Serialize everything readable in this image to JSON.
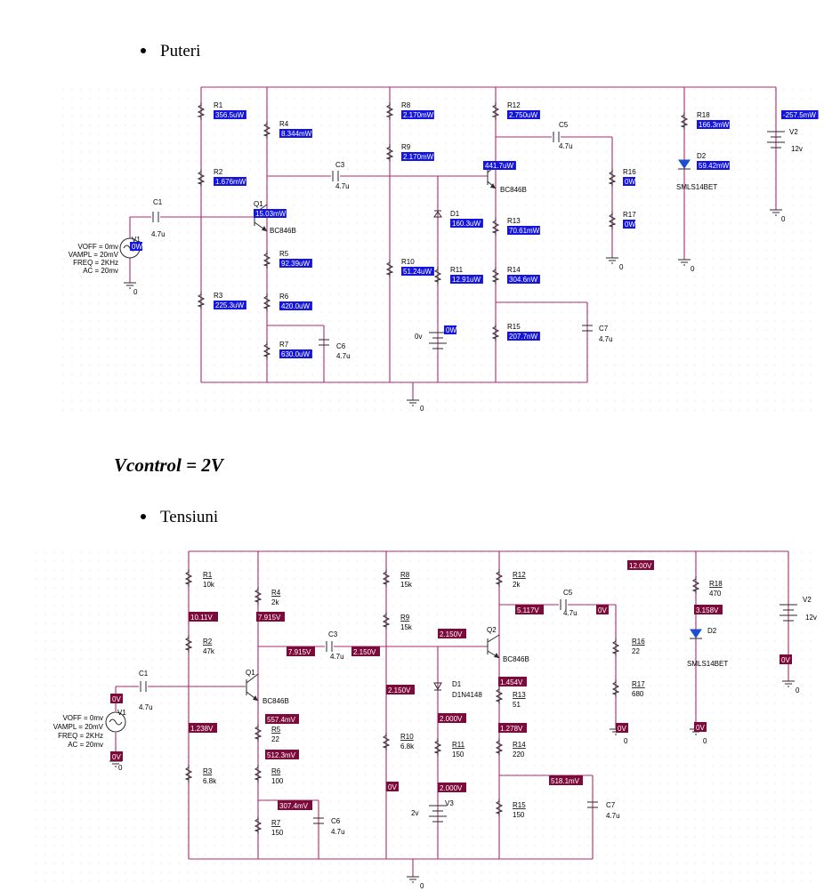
{
  "bullets": {
    "power": "Puteri",
    "voltage": "Tensiuni"
  },
  "heading": "Vcontrol = 2V",
  "source_params": {
    "voff": "VOFF = 0mv",
    "vampl": "VAMPL = 20mV",
    "freq": "FREQ = 2KHz",
    "ac": "AC = 20mv"
  },
  "ground": "0",
  "colors": {
    "wire": "#b0286c",
    "power_box": "#1515e0",
    "volt_box": "#7c0a3a"
  },
  "power_components": [
    {
      "name": "R1",
      "value": "356.5uW"
    },
    {
      "name": "R2",
      "value": "1.676mW"
    },
    {
      "name": "R3",
      "value": "225.3uW"
    },
    {
      "name": "R4",
      "value": "8.344mW"
    },
    {
      "name": "Q1",
      "value": "15.03mW"
    },
    {
      "name": "R5",
      "value": "92.39uW"
    },
    {
      "name": "R6",
      "value": "420.0uW"
    },
    {
      "name": "R7",
      "value": "630.0uW"
    },
    {
      "name": "R8",
      "value": "2.170mW"
    },
    {
      "name": "R9",
      "value": "2.170mW"
    },
    {
      "name": "R10",
      "value": "51.24uW"
    },
    {
      "name": "D1",
      "value": "160.3uW"
    },
    {
      "name": "R11",
      "value": "12.91uW"
    },
    {
      "name": "V3",
      "value": "0W"
    },
    {
      "name": "R12",
      "value": "2.750uW"
    },
    {
      "name": "Q2",
      "value": "441.7uW"
    },
    {
      "name": "R13",
      "value": "70.61mW"
    },
    {
      "name": "R14",
      "value": "304.6nW"
    },
    {
      "name": "R15",
      "value": "207.7nW"
    },
    {
      "name": "R16",
      "value": "0W"
    },
    {
      "name": "R17",
      "value": "0W"
    },
    {
      "name": "R18",
      "value": "166.3mW"
    },
    {
      "name": "D2",
      "value": "59.42mW"
    },
    {
      "name": "V2",
      "value": "-257.5mW"
    },
    {
      "name": "V1",
      "value": "0W"
    }
  ],
  "power_labels": {
    "c1": "C1",
    "c1v": "4.7u",
    "c3": "C3",
    "c3v": "4.7u",
    "c5": "C5",
    "c5v": "4.7u",
    "c6": "C6",
    "c6v": "4.7u",
    "c7": "C7",
    "c7v": "4.7u",
    "q1type": "BC846B",
    "q2type": "BC846B",
    "d2type": "SMLS14BET",
    "v2": "V2",
    "v2v": "12v",
    "v3v": "0v",
    "v1": "V1"
  },
  "voltage_components": {
    "r1": "R1",
    "r1v": "10k",
    "r2": "R2",
    "r2v": "47k",
    "r3": "R3",
    "r3v": "6.8k",
    "r4": "R4",
    "r4v": "2k",
    "r5": "R5",
    "r5v": "22",
    "r6": "R6",
    "r6v": "100",
    "r7": "R7",
    "r7v": "150",
    "r8": "R8",
    "r8v": "15k",
    "r9": "R9",
    "r9v": "15k",
    "r10": "R10",
    "r10v": "6.8k",
    "r11": "R11",
    "r11v": "150",
    "r12": "R12",
    "r12v": "2k",
    "r13": "R13",
    "r13v": "51",
    "r14": "R14",
    "r14v": "220",
    "r15": "R15",
    "r15v": "150",
    "r16": "R16",
    "r16v": "22",
    "r17": "R17",
    "r17v": "680",
    "r18": "R18",
    "r18v": "470",
    "c1": "C1",
    "c1v": "4.7u",
    "c3": "C3",
    "c3v": "4.7u",
    "c5": "C5",
    "c5v": "4.7u",
    "c6": "C6",
    "c6v": "4.7u",
    "c7": "C7",
    "c7v": "4.7u",
    "q1": "Q1",
    "q1type": "BC846B",
    "q2": "Q2",
    "q2type": "BC846B",
    "d1": "D1",
    "d1type": "D1N4148",
    "d2": "D2",
    "d2type": "SMLS14BET",
    "v1": "V1",
    "v2": "V2",
    "v2v": "12v",
    "v3": "V3",
    "v3v": "2v"
  },
  "voltages": {
    "vcc": "12.00V",
    "n_r1r2": "10.11V",
    "q1c": "7.915V",
    "c3l": "7.915V",
    "c3r": "2.150V",
    "q1b": "1.238V",
    "q1e": "557.4mV",
    "r5b": "512.3mV",
    "r6b": "307.4mV",
    "v1top": "0V",
    "v1bot": "0V",
    "r10mid": "2.150V",
    "r10bot": "0V",
    "q2b": "2.150V",
    "d1b": "2.000V",
    "v3top": "2.000V",
    "q2c": "5.117V",
    "c5r": "0V",
    "q2e": "1.454V",
    "r13b": "1.278V",
    "r14b": "518.1mV",
    "r17b": "0V",
    "r18b": "3.158V",
    "d2b": "0V",
    "v2b": "0V"
  }
}
